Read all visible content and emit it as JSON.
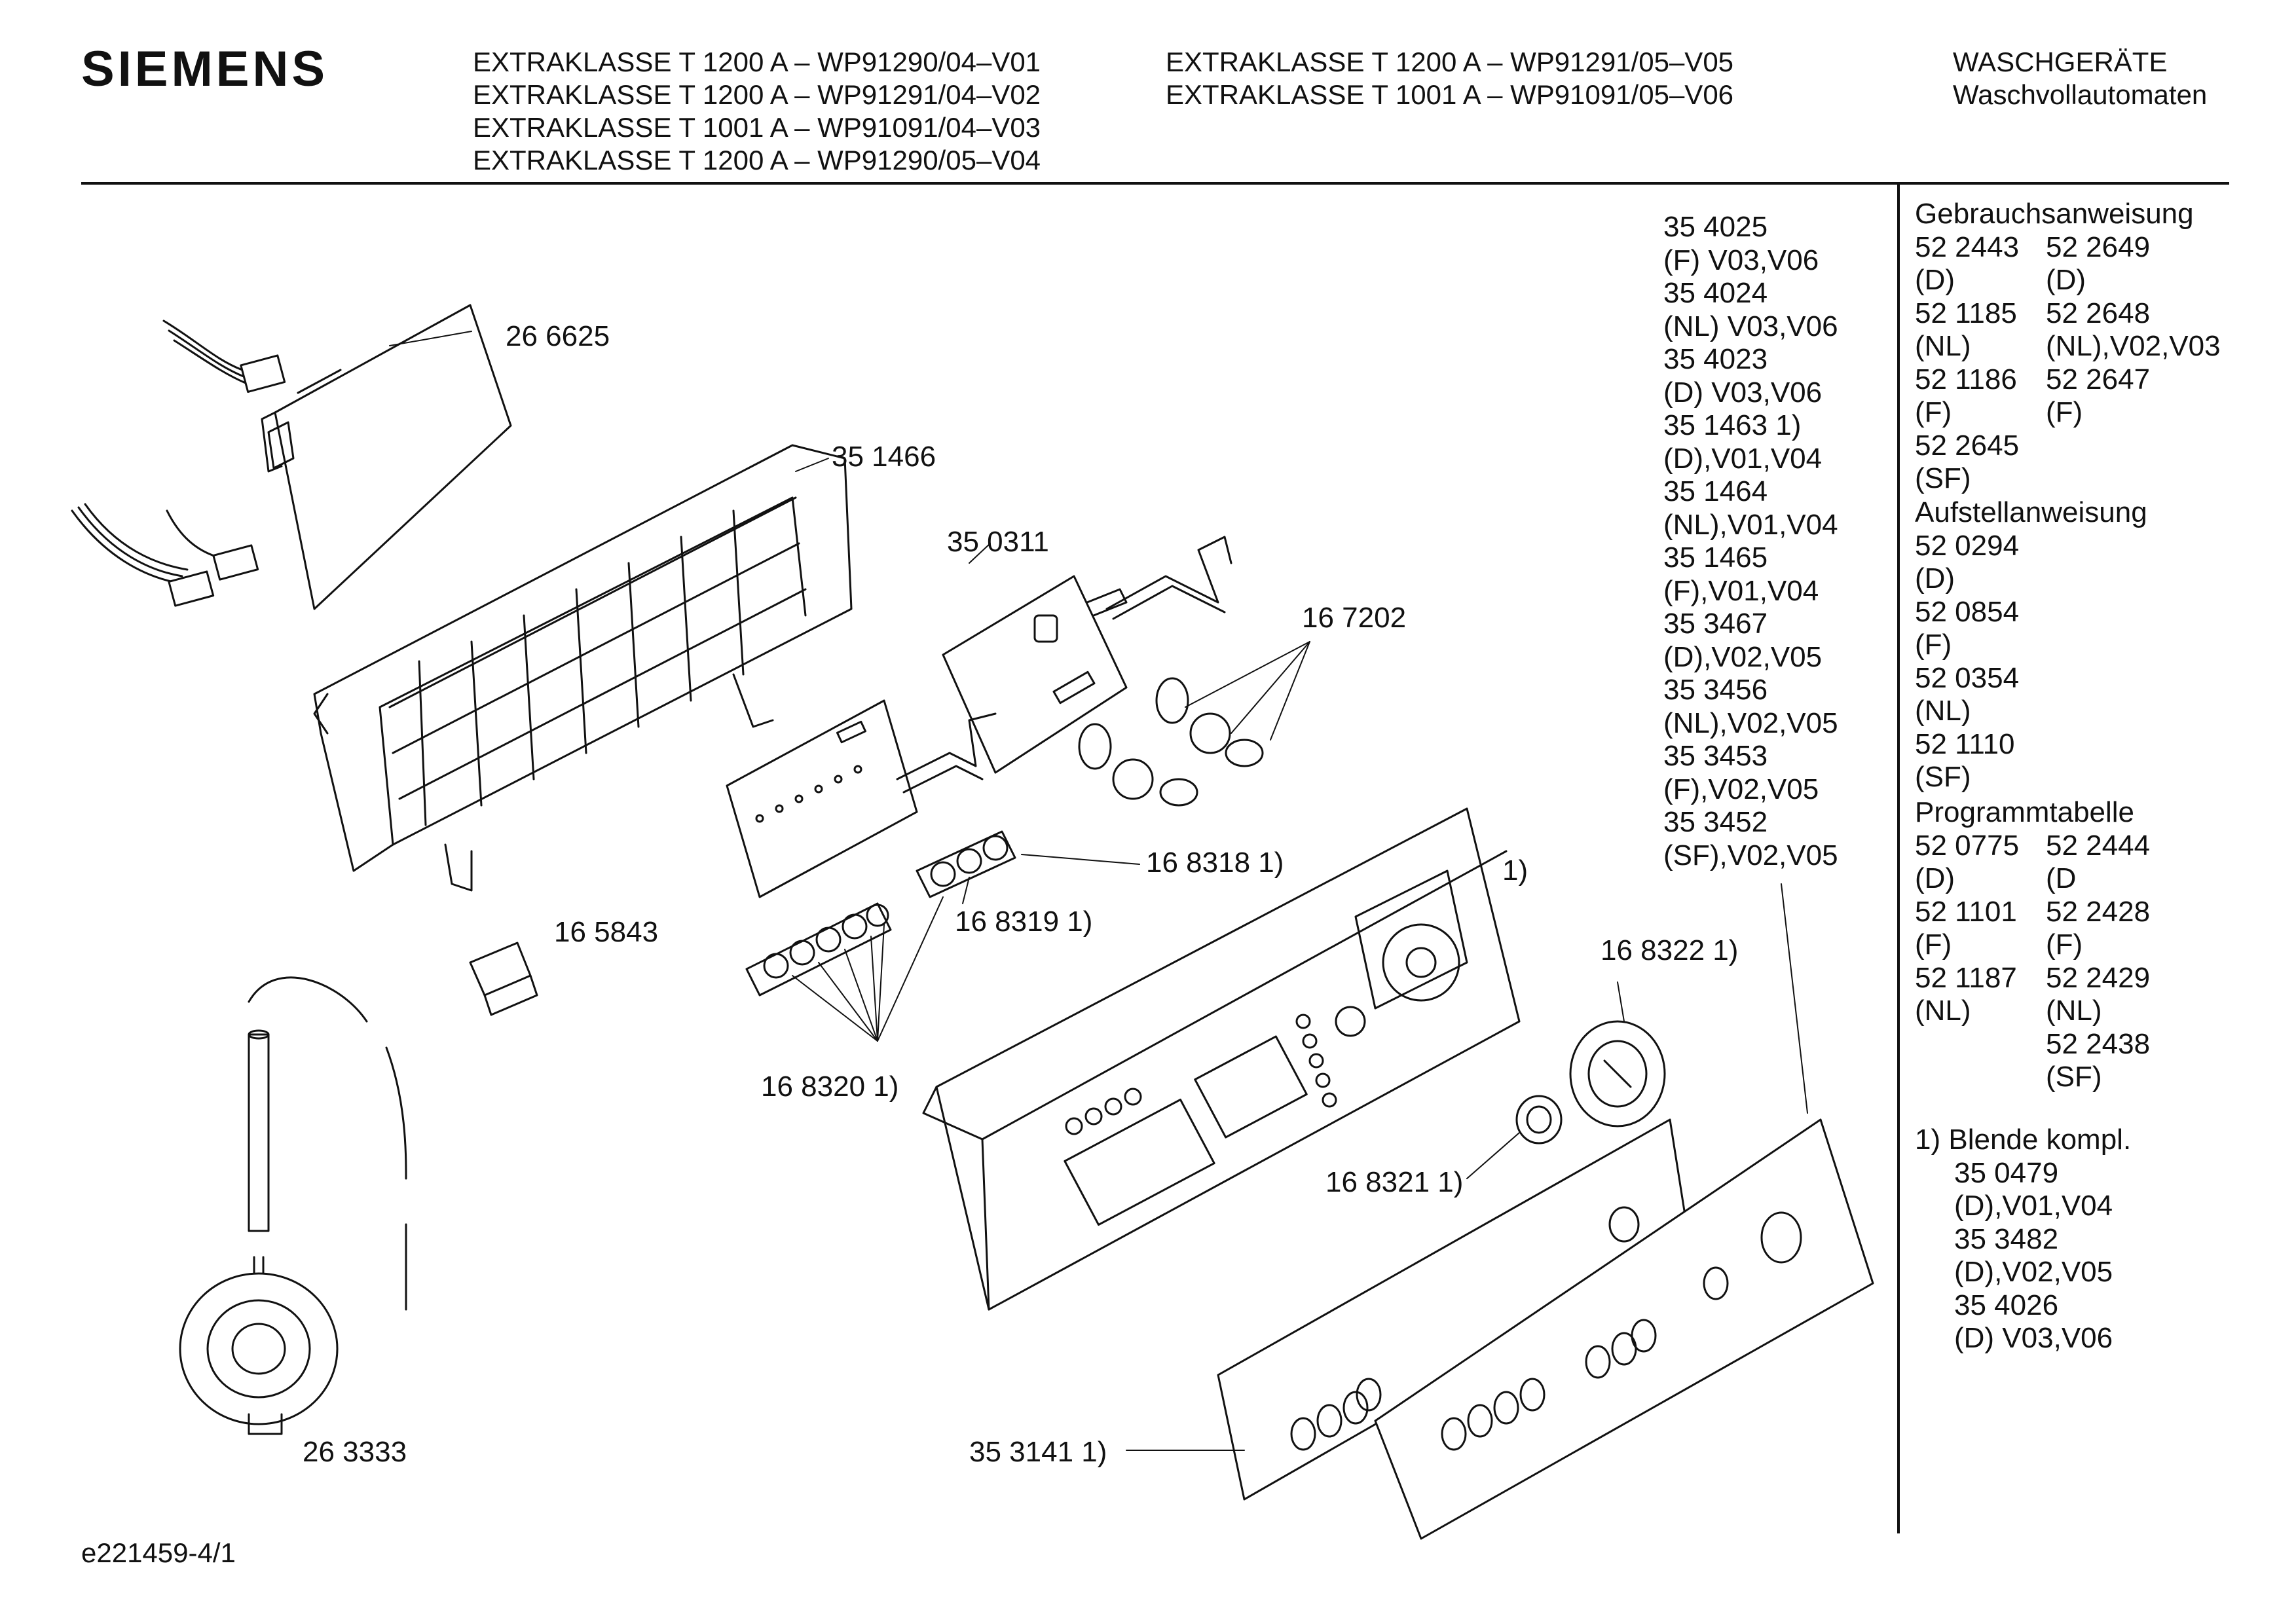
{
  "brand": "SIEMENS",
  "header": {
    "models_col1": [
      "EXTRAKLASSE T 1200 A – WP91290/04–V01",
      "EXTRAKLASSE T 1200 A – WP91291/04–V02",
      "EXTRAKLASSE T 1001 A – WP91091/04–V03",
      "EXTRAKLASSE T 1200 A – WP91290/05–V04"
    ],
    "models_col2": [
      "EXTRAKLASSE T 1200 A – WP91291/05–V05",
      "EXTRAKLASSE T 1001 A – WP91091/05–V06"
    ],
    "category": "WASCHGERÄTE",
    "subcategory": "Waschvollautomaten"
  },
  "variant_list": [
    "35 4025",
    "(F) V03,V06",
    "35 4024",
    "(NL) V03,V06",
    "35 4023",
    "(D) V03,V06",
    "35 1463 1)",
    "(D),V01,V04",
    "35 1464",
    "(NL),V01,V04",
    "35 1465",
    "(F),V01,V04",
    "35 3467",
    "(D),V02,V05",
    "35 3456",
    "(NL),V02,V05",
    "35 3453",
    "(F),V02,V05",
    "35 3452",
    "(SF),V02,V05"
  ],
  "docs": {
    "gebrauch": {
      "title": "Gebrauchsanweisung",
      "rows": [
        [
          "52 2443",
          "52 2649"
        ],
        [
          "(D)",
          "(D)"
        ],
        [
          "52 1185",
          "52 2648"
        ],
        [
          "(NL)",
          "(NL),V02,V03"
        ],
        [
          "52 1186",
          "52 2647"
        ],
        [
          "(F)",
          "(F)"
        ],
        [
          "52 2645",
          ""
        ],
        [
          "(SF)",
          ""
        ]
      ]
    },
    "aufstell": {
      "title": "Aufstellanweisung",
      "lines": [
        "52 0294",
        "(D)",
        "52 0854",
        "(F)",
        "52 0354",
        "(NL)",
        "52 1110",
        "(SF)"
      ]
    },
    "programm": {
      "title": "Programmtabelle",
      "rows": [
        [
          "52 0775",
          "52 2444"
        ],
        [
          "(D)",
          "(D"
        ],
        [
          "52 1101",
          "52 2428"
        ],
        [
          "(F)",
          "(F)"
        ],
        [
          "52 1187",
          "52 2429"
        ],
        [
          "(NL)",
          "(NL)"
        ],
        [
          "",
          "52 2438"
        ],
        [
          "",
          "(SF)"
        ]
      ]
    },
    "note": {
      "title": "1) Blende kompl.",
      "lines": [
        "35 0479",
        "(D),V01,V04",
        "35 3482",
        "(D),V02,V05",
        "35 4026",
        "(D) V03,V06"
      ]
    }
  },
  "parts": {
    "p266625": "26 6625",
    "p351466": "35 1466",
    "p350311": "35 0311",
    "p167202": "16 7202",
    "p168318": "16 8318 1)",
    "p168319": "16 8319 1)",
    "p165843": "16 5843",
    "p168320": "16 8320 1)",
    "pnote1": "1)",
    "p168322": "16 8322 1)",
    "p168321": "16 8321 1)",
    "p263333": "26 3333",
    "p353141": "35 3141 1)"
  },
  "footer": "e221459-4/1"
}
